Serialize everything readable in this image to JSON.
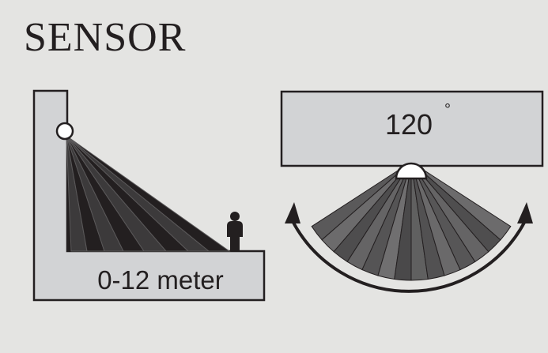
{
  "title": "SENSOR",
  "range_label": "0-12 meter",
  "angle_value": "120",
  "angle_unit": "°",
  "colors": {
    "background": "#e4e4e2",
    "panel": "#d2d3d5",
    "ink": "#231f20"
  },
  "icons": [
    "sensor-eye-icon",
    "person-icon",
    "arc-arrow-icon"
  ]
}
